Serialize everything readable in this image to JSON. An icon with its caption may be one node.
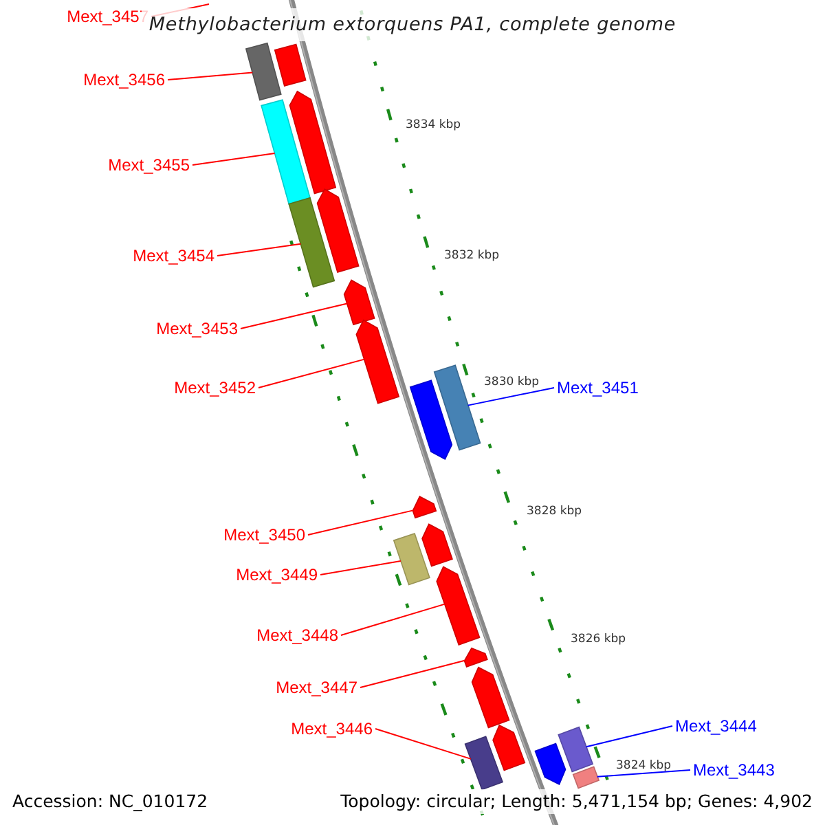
{
  "diagram": {
    "title": "Methylobacterium extorquens PA1, complete genome",
    "nodes": [
      {
        "text": [
          "Mext_3457"
        ]
      },
      {
        "text": [
          "Mext_3456"
        ]
      },
      {
        "text": [
          "Mext_3455"
        ]
      },
      {
        "text": [
          "Mext_3454"
        ]
      },
      {
        "text": [
          "Mext_3453"
        ]
      },
      {
        "text": [
          "Mext_3452"
        ]
      },
      {
        "text": [
          "Mext_3451"
        ]
      },
      {
        "text": [
          "Mext_3450"
        ]
      },
      {
        "text": [
          "Mext_3449"
        ]
      },
      {
        "text": [
          "Mext_3448"
        ]
      },
      {
        "text": [
          "Mext_3447"
        ]
      },
      {
        "text": [
          "Mext_3446"
        ]
      },
      {
        "text": [
          "Mext_3444"
        ]
      },
      {
        "text": [
          "Mext_3443"
        ]
      },
      {
        "text": [],
        "shape": "bar"
      },
      {
        "text": [],
        "shape": "bar"
      },
      {
        "text": [],
        "shape": "bar"
      },
      {
        "text": [],
        "shape": "bar"
      },
      {
        "text": [],
        "shape": "bar"
      },
      {
        "text": [],
        "shape": "bar"
      },
      {
        "text": [],
        "shape": "bar"
      },
      {
        "text": [],
        "shape": "bar"
      },
      {
        "text": [],
        "shape": "bar"
      },
      {
        "text": [],
        "shape": "bar"
      },
      {
        "text": [],
        "shape": "bar"
      },
      {
        "text": [],
        "shape": "bar"
      },
      {
        "text": [],
        "shape": "bar"
      },
      {
        "text": [],
        "shape": "bar"
      },
      {
        "text": [],
        "shape": "bar"
      },
      {
        "text": [],
        "shape": "bar"
      },
      {
        "text": [],
        "shape": "bar"
      },
      {
        "text": [],
        "shape": "bar"
      },
      {
        "text": [],
        "shape": "bar"
      },
      {
        "text": [],
        "shape": "bar"
      },
      {
        "text": [],
        "shape": "bar"
      }
    ],
    "edges": [
      {
        "from": 0,
        "to": null,
        "arrow": "none"
      },
      {
        "from": 1,
        "to": 15,
        "arrow": "none"
      },
      {
        "from": 2,
        "to": 17,
        "arrow": "none"
      },
      {
        "from": 3,
        "to": 19,
        "arrow": "none"
      },
      {
        "from": 4,
        "to": 20,
        "arrow": "none"
      },
      {
        "from": 5,
        "to": 21,
        "arrow": "none"
      },
      {
        "from": 6,
        "to": 22,
        "arrow": "none",
        "color": "#0000ff"
      },
      {
        "from": 7,
        "to": 24,
        "arrow": "none"
      },
      {
        "from": 8,
        "to": 26,
        "arrow": "none"
      },
      {
        "from": 9,
        "to": 27,
        "arrow": "none"
      },
      {
        "from": 10,
        "to": 28,
        "arrow": "none"
      },
      {
        "from": 11,
        "to": 31,
        "arrow": "none"
      },
      {
        "from": 12,
        "to": 32,
        "arrow": "none",
        "color": "#0000ff"
      },
      {
        "from": 13,
        "to": 34,
        "arrow": "none",
        "color": "#0000ff"
      }
    ],
    "labels": [
      "3834 kbp",
      "3832 kbp",
      "3830 kbp",
      "3828 kbp",
      "3826 kbp",
      "3824 kbp",
      "Accession: NC_010172",
      "Topology: circular; Length: 5,471,154 bp; Genes: 4,902"
    ]
  }
}
